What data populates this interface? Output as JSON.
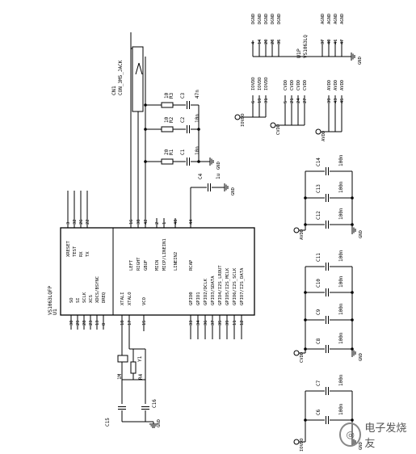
{
  "u1": {
    "refdes": "U1",
    "part": "VS1063LQFP",
    "left_pin_names": [
      "SO",
      "SI",
      "SCLK",
      "XCS",
      "XDCS/BSYNC",
      "DREQ"
    ],
    "left_pin_nums": [
      "30",
      "29",
      "28",
      "23",
      "13",
      "8"
    ],
    "top_pin_names": [
      "XRESET",
      "TEST",
      "RX",
      "TX"
    ],
    "top_pin_nums": [
      "3",
      "32",
      "26",
      "22"
    ],
    "audio_pin_names": [
      "LEFT",
      "RIGHT",
      "GBUF",
      "MICN",
      "MICP/LINEIN1",
      "LINEIN2",
      "RCAP"
    ],
    "audio_pin_nums": [
      "16",
      "38",
      "42",
      "2",
      "1",
      "48",
      "44"
    ],
    "xtal_pin_names": [
      "XTALI",
      "XTALO",
      "VCO"
    ],
    "xtal_pin_nums": [
      "18",
      "17",
      "15"
    ],
    "gpio_pin_names": [
      "GPIO0",
      "GPIO1",
      "GPIO2/DCLK",
      "GPIO3/SDATA",
      "GPIO4/I2S_LROUT",
      "GPIO5/I2S_MCLK",
      "GPIO6/I2S_SCLK",
      "GPIO7/I2S_DATA"
    ],
    "gpio_pin_nums": [
      "33",
      "34",
      "36",
      "37",
      "35",
      "39",
      "11",
      "12"
    ]
  },
  "u1p": {
    "refdes": "U1P",
    "part": "VS1063LQ",
    "dgnd_pin_nums": [
      "4",
      "14",
      "20",
      "28",
      "35"
    ],
    "dgnd_label": "DGND",
    "agnd_pin_nums": [
      "37",
      "40",
      "41",
      "47"
    ],
    "agnd_label": "AGND",
    "iovdd_pin_nums": [
      "6",
      "19",
      "31"
    ],
    "iovdd_label": "IOVDD",
    "cvdd_pin_nums": [
      "5",
      "21",
      "24",
      "27"
    ],
    "cvdd_label": "CVDD",
    "avdd_pin_nums": [
      "39",
      "43",
      "45"
    ],
    "avdd_label": "AVDD"
  },
  "cn1": {
    "refdes": "CN1",
    "part": "CON_3M5_JACK"
  },
  "audio_out_parts": [
    {
      "r": "R3",
      "r_val": "10",
      "c": "C3",
      "c_val": "47n"
    },
    {
      "r": "R2",
      "r_val": "10",
      "c": "C2",
      "c_val": "10n"
    },
    {
      "r": "R1",
      "r_val": "20",
      "c": "C1",
      "c_val": "10n"
    }
  ],
  "c4": {
    "refdes": "C4",
    "val": "1u"
  },
  "xtal_parts": {
    "y": "Y1",
    "r": "R4",
    "r_val": "1M",
    "c15": "C15",
    "c16": "C16"
  },
  "decoupling": [
    {
      "rail": "AVDD",
      "caps": [
        {
          "ref": "C14",
          "val": "100n"
        },
        {
          "ref": "C13",
          "val": "100n"
        },
        {
          "ref": "C12",
          "val": "100n"
        }
      ]
    },
    {
      "rail": "CVDD",
      "caps": [
        {
          "ref": "C11",
          "val": "100n"
        },
        {
          "ref": "C10",
          "val": "100n"
        },
        {
          "ref": "C9",
          "val": "100n"
        },
        {
          "ref": "C8",
          "val": "100n"
        }
      ]
    },
    {
      "rail": "IOVDD",
      "caps": [
        {
          "ref": "C7",
          "val": "100n"
        },
        {
          "ref": "C6",
          "val": "100n"
        }
      ]
    }
  ],
  "gnd_label": "GND",
  "rail_labels": {
    "iovdd": "IOVDD",
    "cvdd": "CVDD",
    "avdd": "AVDD"
  },
  "watermark": "电子发烧友"
}
